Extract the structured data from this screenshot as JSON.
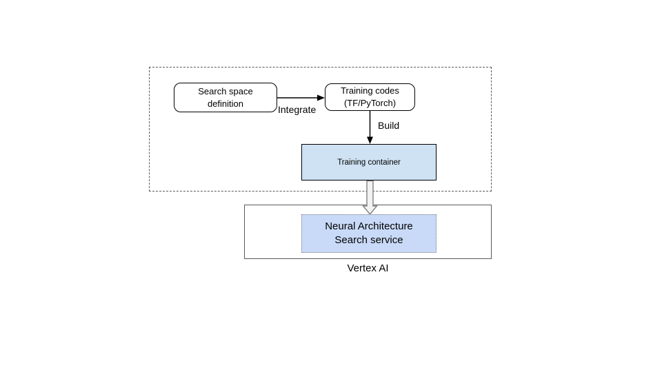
{
  "diagram": {
    "nodes": {
      "search_space": {
        "label": "Search space definition"
      },
      "training_codes": {
        "label": "Training codes (TF/PyTorch)"
      },
      "training_container": {
        "label": "Training container"
      },
      "nas_service": {
        "label": "Neural Architecture Search service"
      }
    },
    "edges": {
      "integrate": {
        "label": "Integrate",
        "from": "search_space",
        "to": "training_codes"
      },
      "build": {
        "label": "Build",
        "from": "training_codes",
        "to": "training_container"
      },
      "deploy": {
        "label": "",
        "from": "training_container",
        "to": "nas_service"
      }
    },
    "groups": {
      "vertex_ai": {
        "label": "Vertex AI"
      }
    },
    "colors": {
      "training_container_fill": "#cfe2f3",
      "nas_service_fill": "#c9daf8",
      "node_border": "#000000",
      "group_border": "#595959",
      "nas_border": "#7f7f7f",
      "arrow": "#000000",
      "block_arrow_fill": "#f2f2f2",
      "block_arrow_stroke": "#808080",
      "background": "#ffffff"
    }
  }
}
